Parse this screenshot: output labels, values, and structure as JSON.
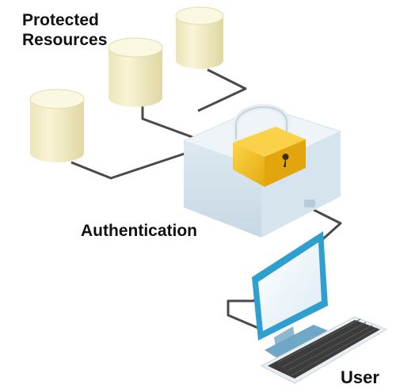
{
  "labels": {
    "resources": "Protected Resources",
    "authentication": "Authentication",
    "user": "User"
  },
  "colors": {
    "cylinder_fill": "#f4efc6",
    "cylinder_shade": "#e4dcab",
    "box_top": "#eef4f8",
    "box_side": "#cfdee9",
    "lock_gold": "#f5c21e",
    "lock_dark": "#c08a0a",
    "monitor_blue": "#2f9fd0",
    "keyboard_dark": "#3c3c3c",
    "cable": "#4a4a4a"
  },
  "icons": [
    "database-icon",
    "padlock-icon",
    "monitor-icon",
    "keyboard-icon"
  ]
}
